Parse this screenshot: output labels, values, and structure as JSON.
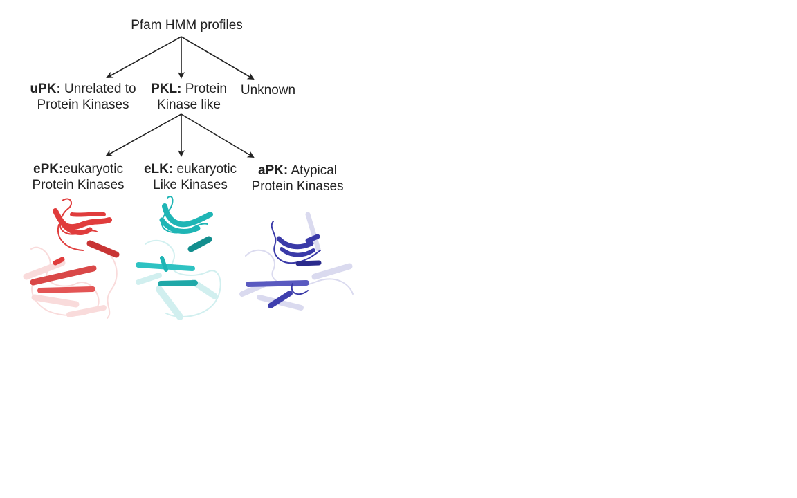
{
  "root": {
    "label": "Pfam HMM profiles"
  },
  "level1": [
    {
      "abbr": "uPK:",
      "line1_rest": " Unrelated to",
      "line2": "Protein Kinases"
    },
    {
      "abbr": "PKL:",
      "line1_rest": " Protein",
      "line2": "Kinase like"
    },
    {
      "abbr": "",
      "line1_rest": "Unknown",
      "line2": ""
    }
  ],
  "level2": [
    {
      "abbr": "ePK:",
      "line1_rest": "eukaryotic",
      "line2": "Protein Kinases",
      "color": "#e03c3c",
      "icon": "protein-structure-red"
    },
    {
      "abbr": "eLK:",
      "line1_rest": " eukaryotic",
      "line2": "Like Kinases",
      "color": "#1fb5b5",
      "icon": "protein-structure-cyan"
    },
    {
      "abbr": "aPK:",
      "line1_rest": " Atypical",
      "line2": "Protein Kinases",
      "color": "#3a3aa8",
      "icon": "protein-structure-blue"
    }
  ]
}
